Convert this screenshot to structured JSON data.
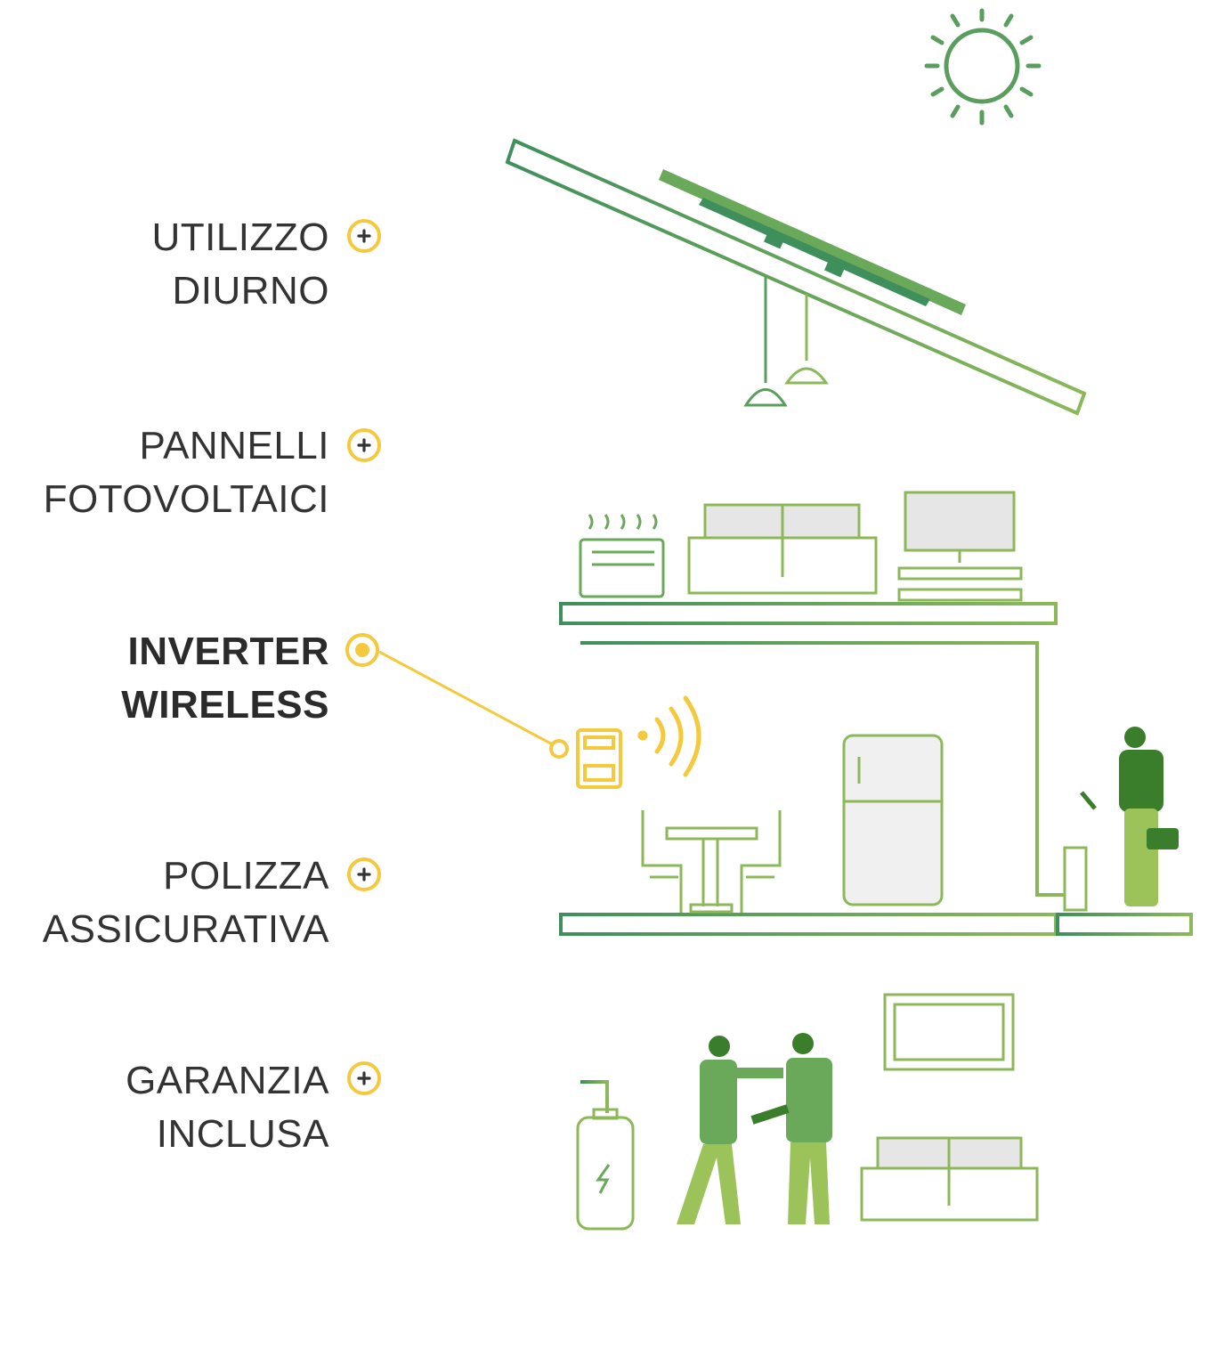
{
  "features": [
    {
      "id": "utilizzo",
      "lines": [
        "UTILIZZO",
        "DIURNO"
      ],
      "active": false,
      "icon": "plus-circle-icon"
    },
    {
      "id": "pannelli",
      "lines": [
        "PANNELLI",
        "FOTOVOLTAICI"
      ],
      "active": false,
      "icon": "plus-circle-icon"
    },
    {
      "id": "inverter",
      "lines": [
        "INVERTER",
        "WIRELESS"
      ],
      "active": true,
      "icon": "dot-circle-icon"
    },
    {
      "id": "polizza",
      "lines": [
        "POLIZZA",
        "ASSICURATIVA"
      ],
      "active": false,
      "icon": "plus-circle-icon"
    },
    {
      "id": "garanzia",
      "lines": [
        "GARANZIA",
        "INCLUSA"
      ],
      "active": false,
      "icon": "plus-circle-icon"
    }
  ],
  "colors": {
    "house_dark": "#3f8f5c",
    "house_light": "#8cb85a",
    "accent_yellow": "#f5c93d",
    "text": "#333333",
    "person_dark": "#3a7d2a",
    "person_light": "#9cc25a"
  }
}
